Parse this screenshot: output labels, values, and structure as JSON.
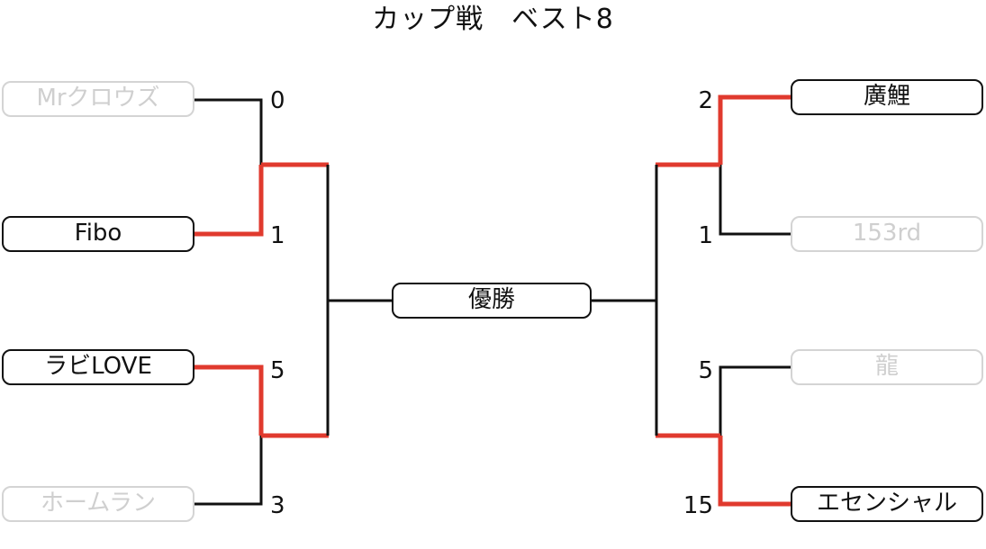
{
  "title": "カップ戦　ベスト8",
  "colors": {
    "winner_line": "#e03a2e",
    "line": "#111111",
    "eliminated": "#cccccc"
  },
  "left": [
    {
      "name": "Mrクロウズ",
      "score": "0",
      "won": false
    },
    {
      "name": "Fibo",
      "score": "1",
      "won": true
    },
    {
      "name": "ラビLOVE",
      "score": "5",
      "won": true
    },
    {
      "name": "ホームラン",
      "score": "3",
      "won": false
    }
  ],
  "right": [
    {
      "name": "廣鯉",
      "score": "2",
      "won": true
    },
    {
      "name": "153rd",
      "score": "1",
      "won": false
    },
    {
      "name": "龍",
      "score": "5",
      "won": false
    },
    {
      "name": "エセンシャル",
      "score": "15",
      "won": true
    }
  ],
  "final": {
    "label": "優勝"
  }
}
